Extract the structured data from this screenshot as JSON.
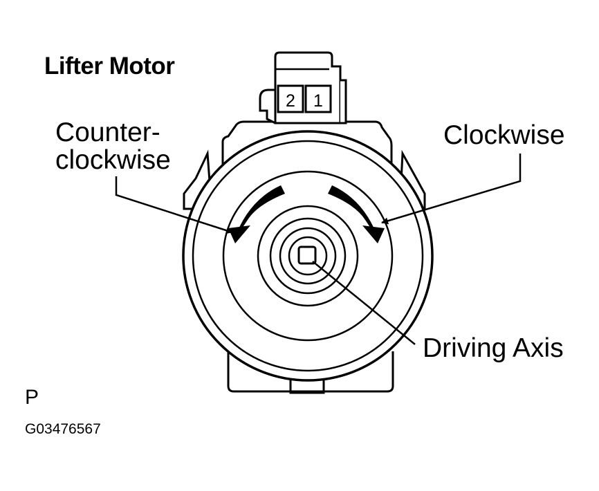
{
  "labels": {
    "title": "Lifter Motor",
    "counter_clockwise_line1": "Counter-",
    "counter_clockwise_line2": "clockwise",
    "clockwise": "Clockwise",
    "driving_axis": "Driving Axis",
    "view_code": "P",
    "figure_id": "G03476567"
  },
  "connector": {
    "pins": [
      "2",
      "1"
    ]
  },
  "colors": {
    "ink": "#000000",
    "paper": "#ffffff"
  }
}
